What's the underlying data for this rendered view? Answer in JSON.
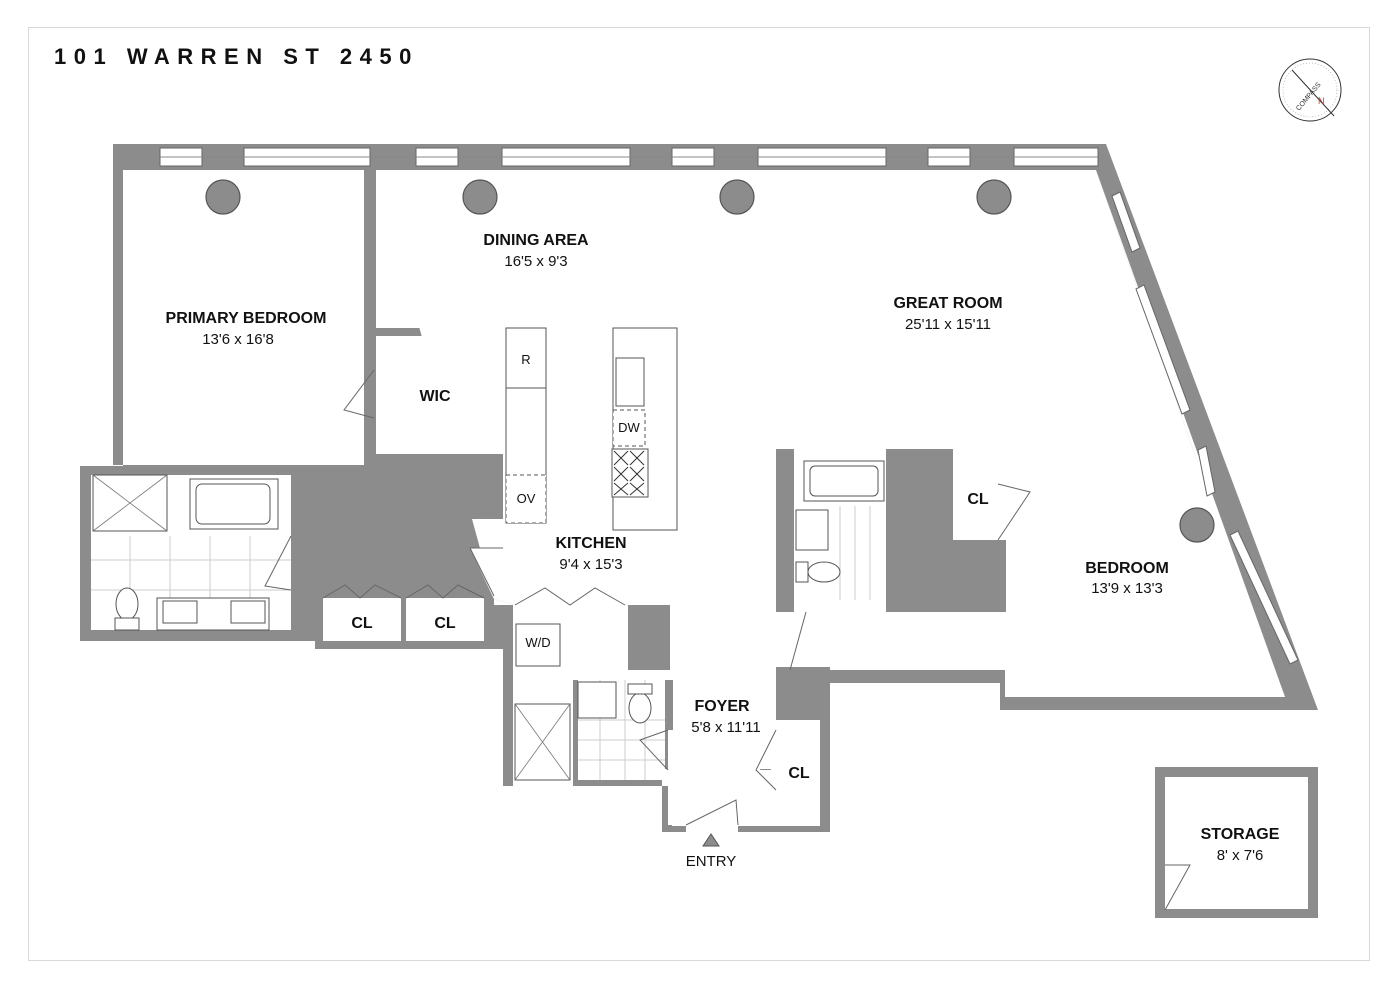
{
  "title": "101 WARREN ST 2450",
  "compass": {
    "label": "COMPASS",
    "north": "N"
  },
  "rooms": {
    "primary_bedroom": {
      "name": "PRIMARY BEDROOM",
      "dims": "13'6 x 16'8"
    },
    "dining_area": {
      "name": "DINING AREA",
      "dims": "16'5 x 9'3"
    },
    "great_room": {
      "name": "GREAT ROOM",
      "dims": "25'11 x 15'11"
    },
    "kitchen": {
      "name": "KITCHEN",
      "dims": "9'4 x 15'3"
    },
    "bedroom": {
      "name": "BEDROOM",
      "dims": "13'9 x 13'3"
    },
    "foyer": {
      "name": "FOYER",
      "dims": "5'8 x 11'11"
    },
    "storage": {
      "name": "STORAGE",
      "dims": "8' x 7'6"
    },
    "wic": {
      "name": "WIC"
    }
  },
  "closets": {
    "cl_primary_1": "CL",
    "cl_primary_2": "CL",
    "cl_bedroom": "CL",
    "cl_foyer": "CL"
  },
  "appliances": {
    "refrigerator": "R",
    "oven": "OV",
    "dishwasher": "DW",
    "washer_dryer": "W/D"
  },
  "entry": "ENTRY"
}
